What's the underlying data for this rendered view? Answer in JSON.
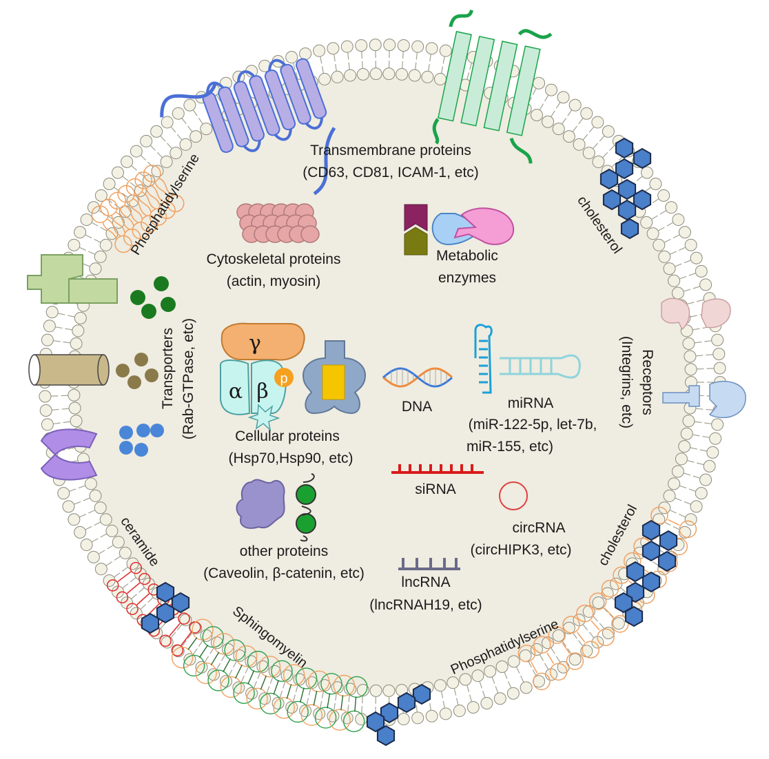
{
  "labels": {
    "transmembrane_title": "Transmembrane proteins",
    "transmembrane_examples": "(CD63, CD81, ICAM-1, etc)",
    "cytoskeletal_title": "Cytoskeletal proteins",
    "cytoskeletal_examples": "(actin, myosin)",
    "metabolic_line1": "Metabolic",
    "metabolic_line2": "enzymes",
    "cellular_title": "Cellular proteins",
    "cellular_examples": "(Hsp70,Hsp90, etc)",
    "other_title": "other proteins",
    "other_examples": "(Caveolin, β-catenin, etc)",
    "dna": "DNA",
    "mirna_title": "miRNA",
    "mirna_examples_1": "(miR-122-5p, let-7b,",
    "mirna_examples_2": "miR-155, etc)",
    "sirna": "siRNA",
    "circrna_title": "circRNA",
    "circrna_examples": "(circHIPK3, etc)",
    "lncrna_title": "lncRNA",
    "lncrna_examples": "(lncRNAH19, etc)",
    "transporters_line1": "Transporters",
    "transporters_line2": "(Rab-GTPase, etc)",
    "receptors_line1": "Receptors",
    "receptors_line2": "(Integrins, etc)",
    "phosphatidylserine_top": "Phosphatidylserine",
    "phosphatidylserine_bottom": "Phosphatidylserine",
    "cholesterol_top": "cholesterol",
    "cholesterol_right": "cholesterol",
    "ceramide": "ceramide",
    "sphingomyelin": "Sphingomyelin",
    "gamma": "γ",
    "alpha": "α",
    "beta": "β",
    "phospho": "p"
  },
  "colors": {
    "interior": "#efece1",
    "lipid_head": "#f3f1e4",
    "lipid_stroke": "#8a8a7a",
    "transmembrane_blue": "#4a6fd6",
    "transmembrane_green": "#1aa34a",
    "cholesterol": "#4a7fc9",
    "transporter_green": "#1a8a2a",
    "transporter_olive": "#8a7a4a",
    "transporter_blue": "#4a86d8",
    "transporter_purple": "#a88ee0",
    "sirna_red": "#d91a1a",
    "circrna_red": "#e04040",
    "lncrna_grey": "#6a6a8a",
    "mirna_blue": "#1aa0d8",
    "phosphatidylserine_orange": "#f0a060",
    "ceramide_red": "#e03030",
    "sphingomyelin_green": "#2aa04a",
    "gamma_orange": "#f4b070",
    "alpha_beta_cyan": "#c8f4f0",
    "phospho_orange": "#f5a020",
    "receptor_pink": "#f1d6d6",
    "receptor_blue": "#c6daf2"
  },
  "icons": [
    "lipid-bilayer-membrane",
    "transmembrane-helix-protein-icon",
    "cholesterol-hexagon-icon",
    "actin-myosin-bundle-icon",
    "enzyme-substrate-icon",
    "g-protein-heterotrimer-icon",
    "hsp-chaperone-icon",
    "dna-double-helix-icon",
    "mirna-hairpin-icon",
    "sirna-duplex-icon",
    "circrna-ring-icon",
    "lncrna-strand-icon",
    "caveolin-protein-icon",
    "beta-catenin-icon",
    "transporter-channel-icon",
    "receptor-integrin-icon"
  ]
}
